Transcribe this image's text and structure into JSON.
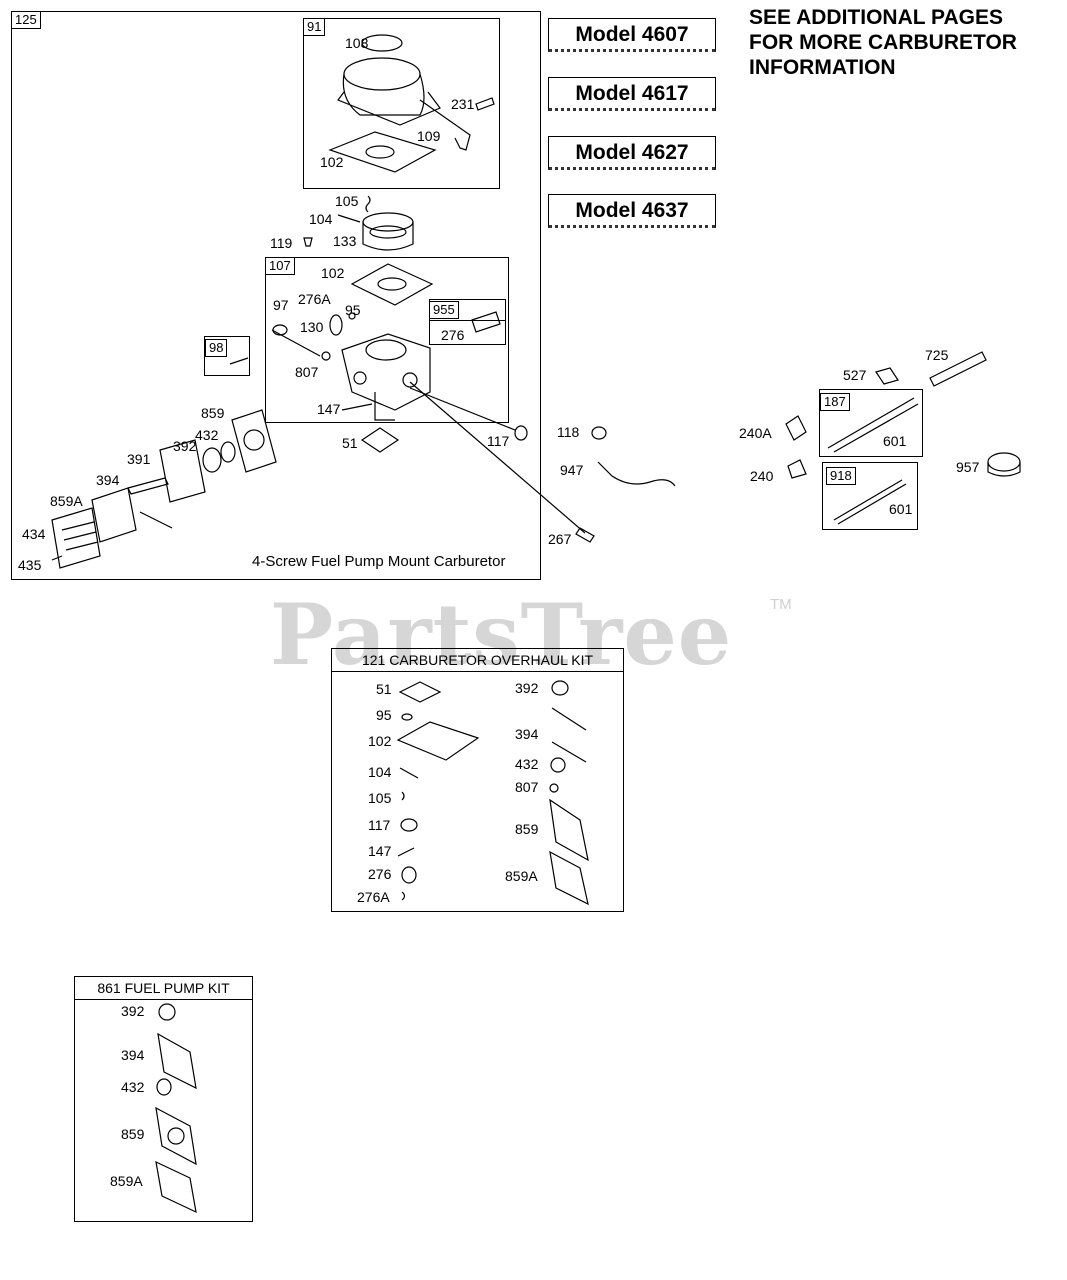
{
  "watermark": {
    "brand": "PartsTree",
    "tm": "TM"
  },
  "note": {
    "line1": "SEE ADDITIONAL PAGES",
    "line2": "FOR MORE CARBURETOR",
    "line3": "INFORMATION"
  },
  "models": [
    "Model 4607",
    "Model 4617",
    "Model 4627",
    "Model 4637"
  ],
  "main_assembly": {
    "ref": "125",
    "caption": "4-Screw Fuel Pump Mount Carburetor",
    "sub_91": {
      "ref": "91",
      "parts": [
        "108",
        "231",
        "109",
        "102"
      ]
    },
    "sub_107": {
      "ref": "107",
      "parts": [
        "102",
        "97",
        "276A",
        "95",
        "130",
        "807",
        "147"
      ]
    },
    "sub_955": {
      "ref": "955",
      "part": "276"
    },
    "sub_98": {
      "ref": "98"
    },
    "loose": [
      "105",
      "104",
      "133",
      "119",
      "859",
      "432",
      "392",
      "391",
      "394",
      "859A",
      "434",
      "435",
      "51",
      "117"
    ]
  },
  "external_parts": [
    "118",
    "947",
    "267",
    "725",
    "527",
    "240A",
    "240",
    "957"
  ],
  "sub_187": {
    "ref": "187",
    "part": "601"
  },
  "sub_918": {
    "ref": "918",
    "part": "601"
  },
  "overhaul_kit": {
    "title": "121 CARBURETOR OVERHAUL KIT",
    "left": [
      "51",
      "95",
      "102",
      "104",
      "105",
      "117",
      "147",
      "276",
      "276A"
    ],
    "right": [
      "392",
      "394",
      "432",
      "807",
      "859",
      "859A"
    ]
  },
  "fuel_pump_kit": {
    "title": "861 FUEL PUMP KIT",
    "parts": [
      "392",
      "394",
      "432",
      "859",
      "859A"
    ]
  }
}
